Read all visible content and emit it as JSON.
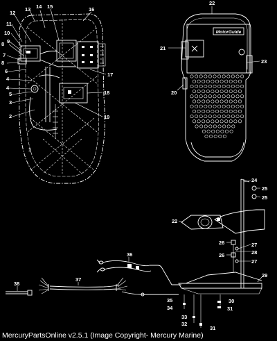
{
  "footer": {
    "text": "MercuryPartsOnline v2.5.1 (Image Copyright- Mercury Marine)"
  },
  "badge_text": "MotorGuide",
  "callouts": [
    "1",
    "2",
    "3",
    "4",
    "4",
    "5",
    "6",
    "7",
    "8",
    "8",
    "9",
    "10",
    "11",
    "12",
    "13",
    "14",
    "15",
    "16",
    "17",
    "18",
    "19",
    "20",
    "21",
    "22",
    "22",
    "23",
    "24",
    "25",
    "25",
    "26",
    "26",
    "27",
    "27",
    "28",
    "29",
    "30",
    "31",
    "31",
    "32",
    "33",
    "34",
    "35",
    "36",
    "37",
    "38"
  ]
}
